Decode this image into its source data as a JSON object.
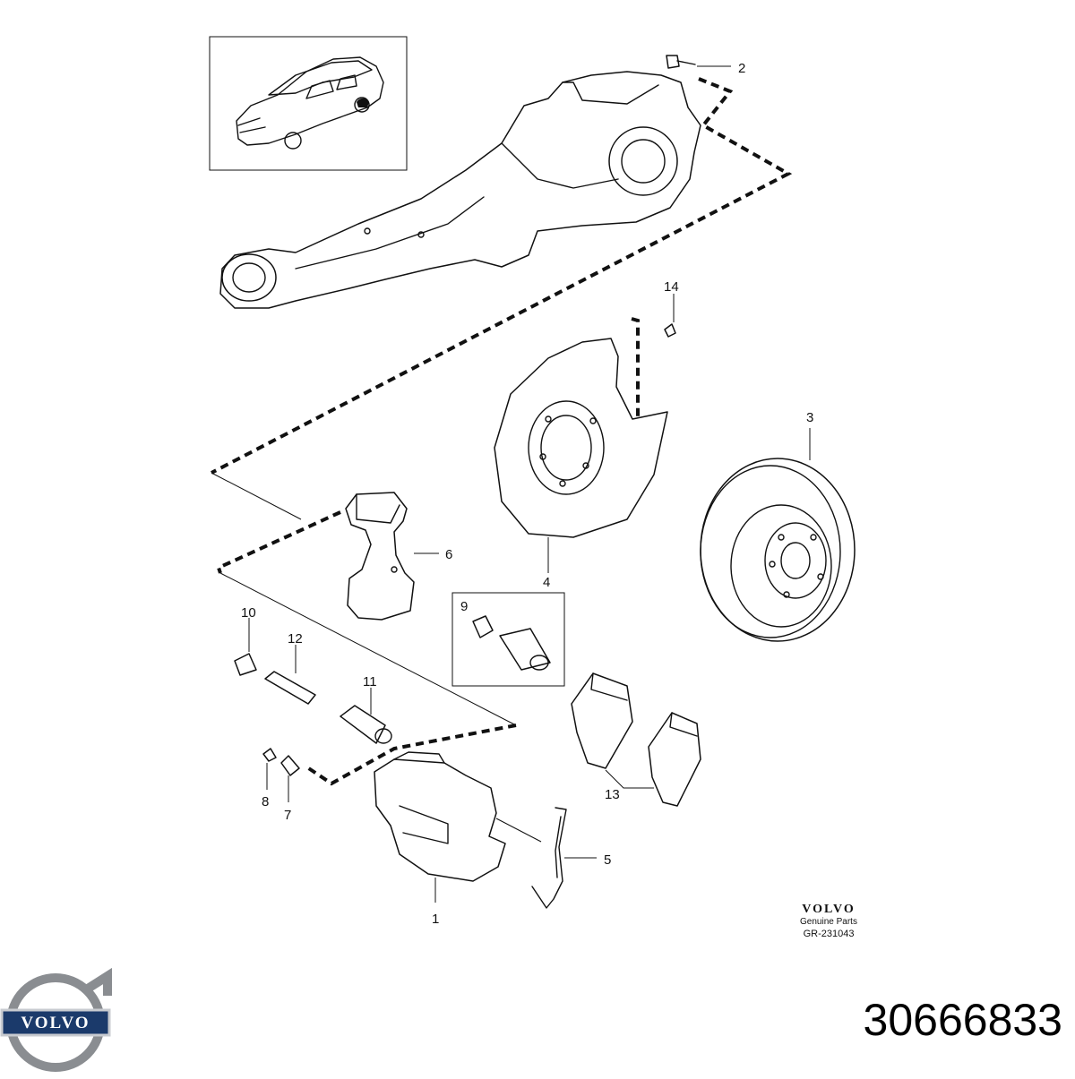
{
  "callouts": {
    "n1": "1",
    "n2": "2",
    "n3": "3",
    "n4": "4",
    "n5": "5",
    "n6": "6",
    "n7": "7",
    "n8": "8",
    "n9": "9",
    "n10": "10",
    "n11": "11",
    "n12": "12",
    "n13": "13",
    "n14": "14"
  },
  "brand": {
    "name": "VOLVO",
    "subtitle": "Genuine Parts",
    "reference": "GR-231043"
  },
  "logo": {
    "wordmark": "VOLVO"
  },
  "part_number": "30666833",
  "colors": {
    "line": "#111111",
    "background": "#ffffff",
    "logo_ring": "#8a8d91",
    "logo_bar": "#1b3a6b"
  }
}
